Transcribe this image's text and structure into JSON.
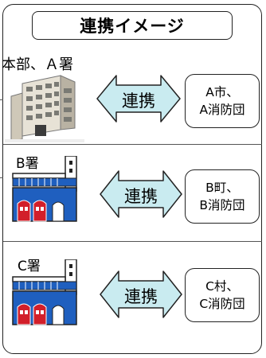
{
  "title": "連携イメージ",
  "rows": [
    {
      "station": "本部、Ａ署",
      "link": "連携",
      "partner_line1": "A市、",
      "partner_line2": "A消防団"
    },
    {
      "station": "B署",
      "link": "連携",
      "partner_line1": "B町、",
      "partner_line2": "B消防団"
    },
    {
      "station": "C署",
      "link": "連携",
      "partner_line1": "C村、",
      "partner_line2": "C消防団"
    }
  ],
  "colors": {
    "arrow_fill": "#c9ebf0",
    "stroke": "#222222",
    "divider": "#555555",
    "building_blue": "#1f5fbf",
    "building_red": "#d21f2a"
  }
}
